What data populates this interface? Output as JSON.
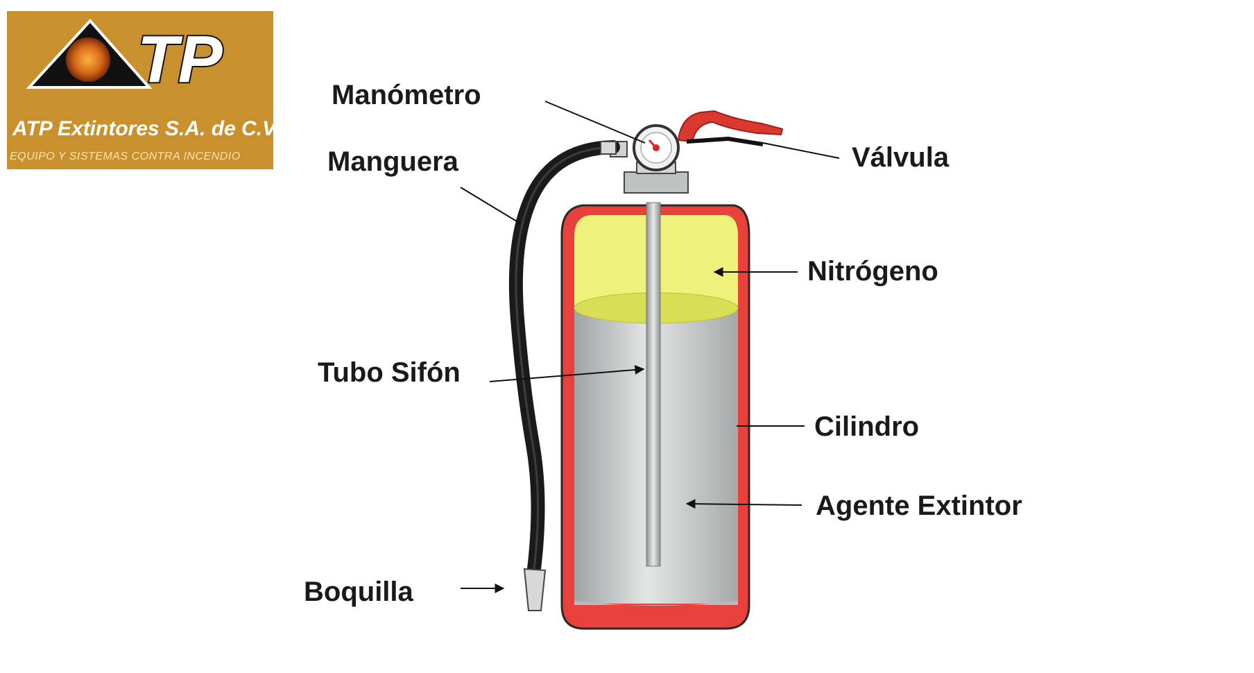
{
  "logo": {
    "mark": "TP",
    "company": "ATP Extintores S.A. de C.V.",
    "tagline": "EQUIPO Y SISTEMAS CONTRA INCENDIO",
    "bg_color": "#c9912e"
  },
  "labels": {
    "manometro": "Manómetro",
    "manguera": "Manguera",
    "valvula": "Válvula",
    "nitrogeno": "Nitrógeno",
    "tubo_sifon": "Tubo Sifón",
    "cilindro": "Cilindro",
    "agente_extintor": "Agente Extintor",
    "boquilla": "Boquilla"
  },
  "colors": {
    "cylinder_red": "#e8413c",
    "nitrogen_yellow": "#eef27a",
    "agent_gray": "#c9cccc",
    "hose_black": "#1a1a1a"
  }
}
